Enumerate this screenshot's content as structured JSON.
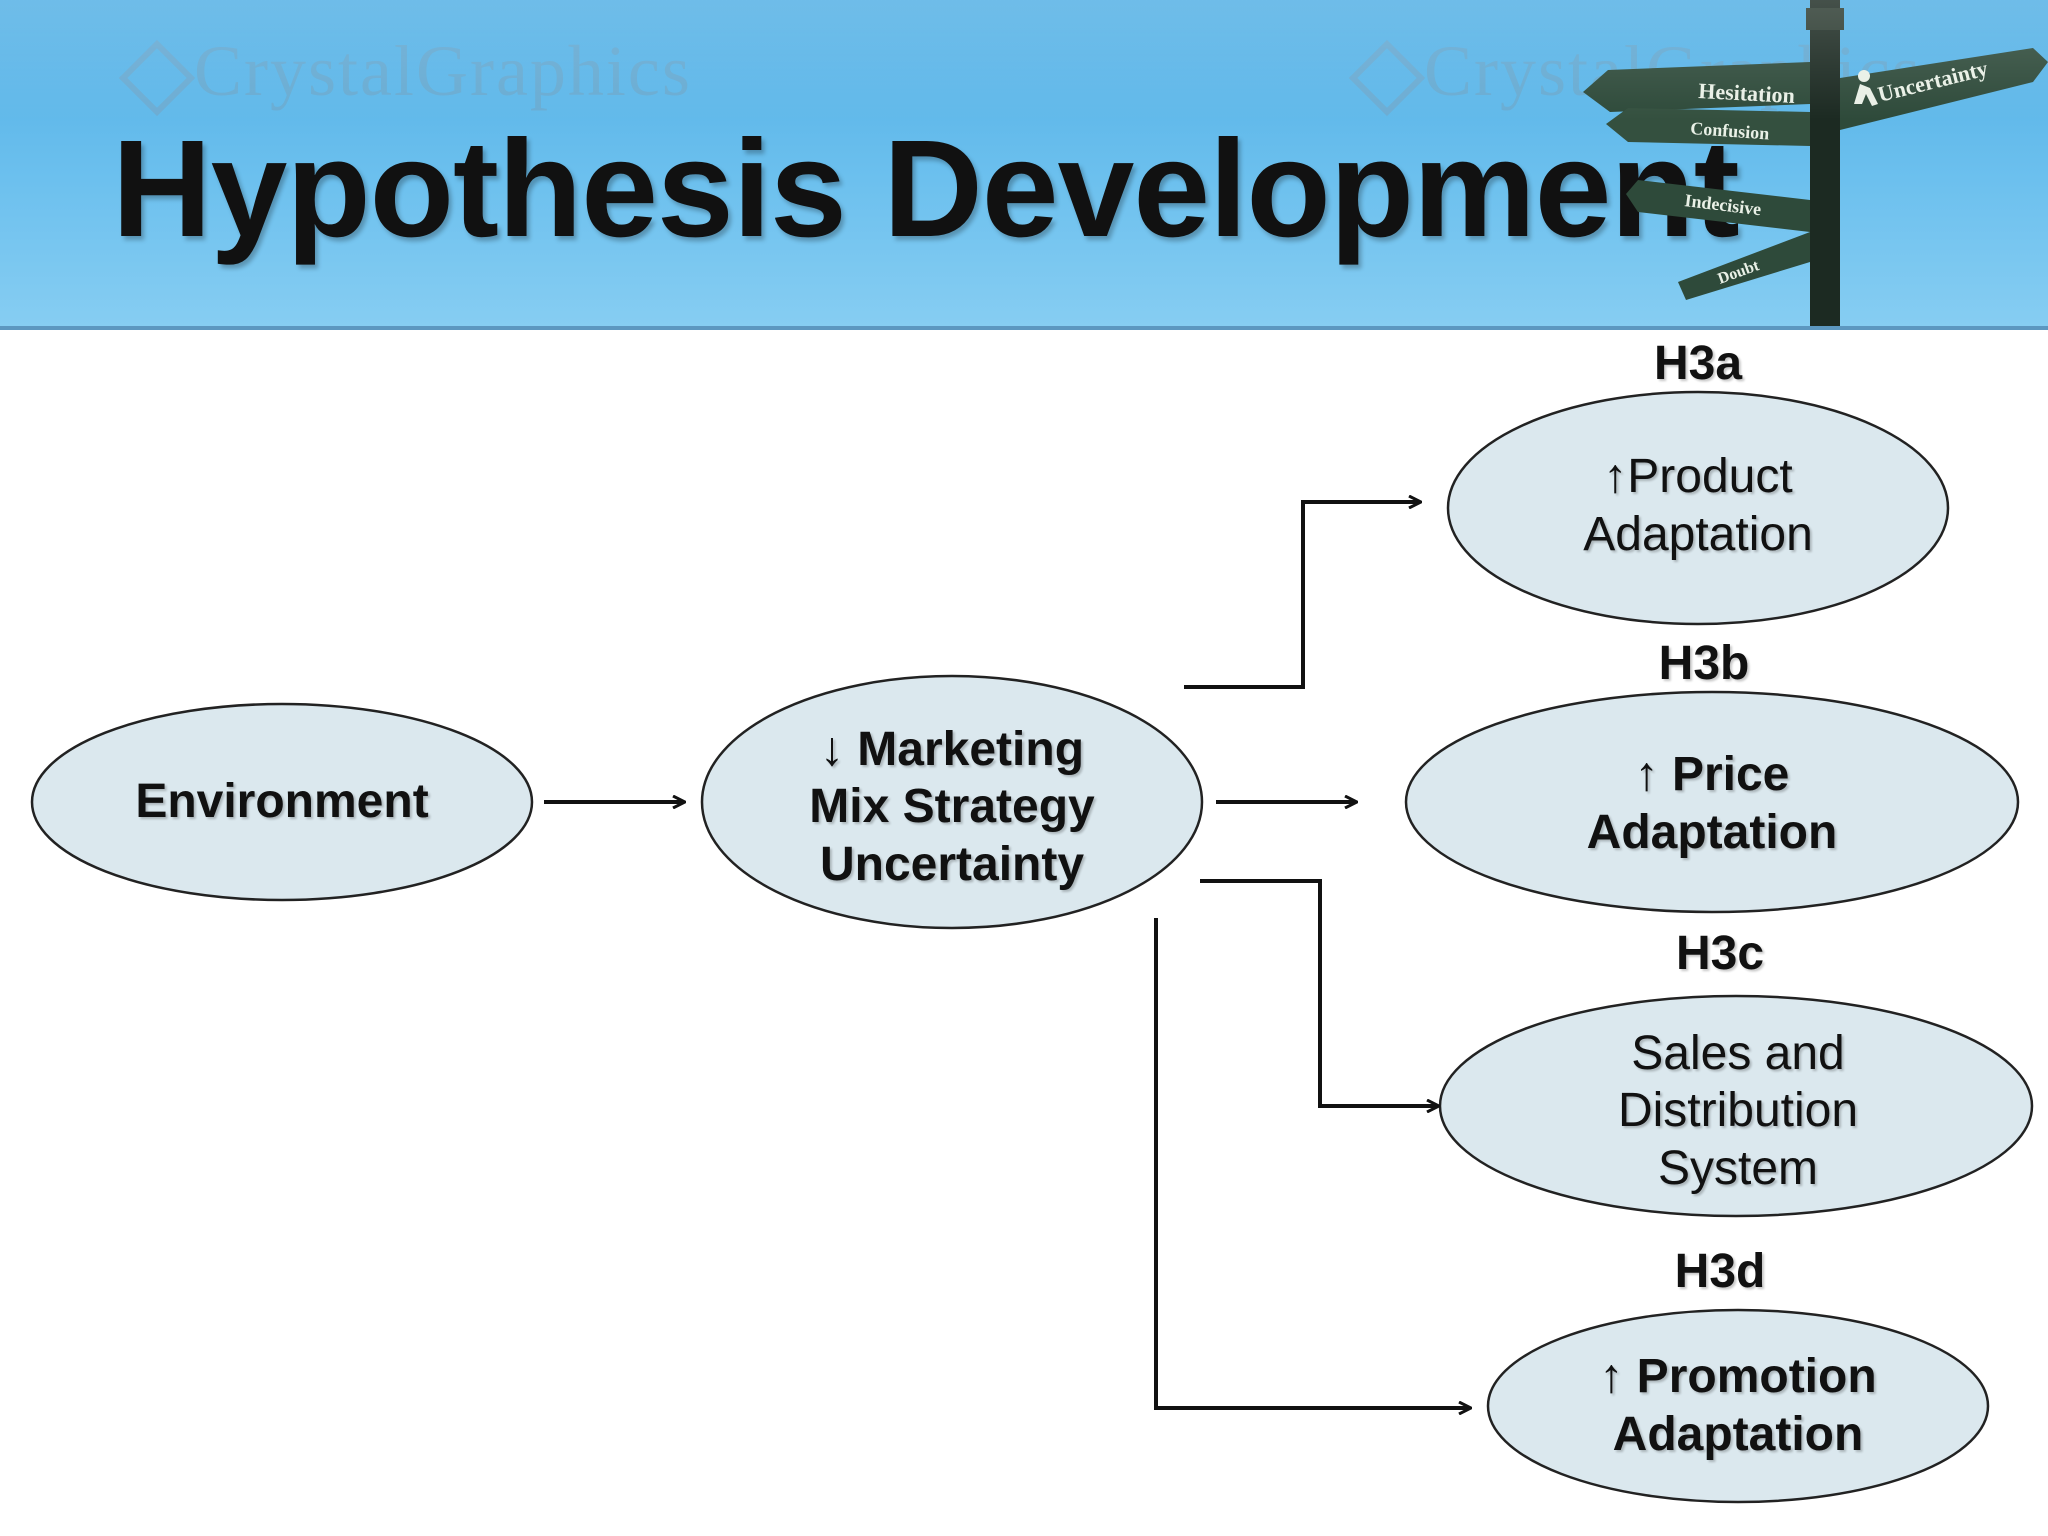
{
  "title": "Hypothesis Development",
  "watermark": "CrystalGraphics",
  "signpost": {
    "signs": [
      "Hesitation",
      "Confusion",
      "Indecisive",
      "Doubt",
      "Uncertainty"
    ]
  },
  "colors": {
    "node_fill": "#dbe8ee",
    "stroke": "#111111",
    "banner": "#5db5e8"
  },
  "nodes": {
    "environment": {
      "lines": [
        "Environment"
      ]
    },
    "marketing": {
      "lines": [
        "↓ Marketing",
        "Mix Strategy",
        "Uncertainty"
      ]
    },
    "product": {
      "label": "H3a",
      "lines": [
        "↑Product",
        "Adaptation"
      ]
    },
    "price": {
      "label": "H3b",
      "lines": [
        "↑ Price",
        "Adaptation"
      ]
    },
    "sales": {
      "label": "H3c",
      "lines": [
        "Sales and",
        "Distribution",
        "System"
      ]
    },
    "promotion": {
      "label": "H3d",
      "lines": [
        "↑ Promotion",
        "Adaptation"
      ]
    }
  },
  "edges": [
    {
      "from": "environment",
      "to": "marketing"
    },
    {
      "from": "marketing",
      "to": "product"
    },
    {
      "from": "marketing",
      "to": "price"
    },
    {
      "from": "marketing",
      "to": "sales"
    },
    {
      "from": "marketing",
      "to": "promotion"
    }
  ]
}
